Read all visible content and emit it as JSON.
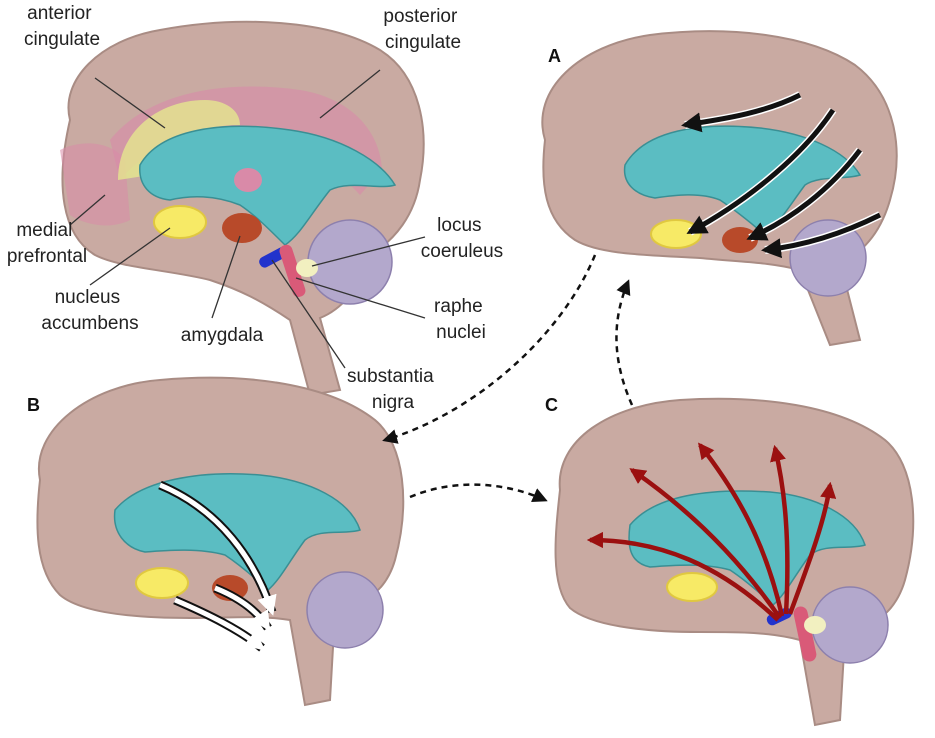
{
  "labels": {
    "anterior_cingulate": [
      "anterior",
      "cingulate"
    ],
    "posterior_cingulate": [
      "posterior",
      "cingulate"
    ],
    "medial_prefrontal": [
      "medial",
      "prefrontal"
    ],
    "nucleus_accumbens": [
      "nucleus",
      "accumbens"
    ],
    "amygdala": [
      "amygdala"
    ],
    "locus_coeruleus": [
      "locus",
      "coeruleus"
    ],
    "raphe_nuclei": [
      "raphe",
      "nuclei"
    ],
    "substantia_nigra": [
      "substantia",
      "nigra"
    ]
  },
  "panels": {
    "a": "A",
    "b": "B",
    "c": "C"
  },
  "colors": {
    "cortex": "#c9aaa2",
    "cortex_edge": "#a98c84",
    "ventricle": "#5bbdc2",
    "cerebellum": "#b3a8cc",
    "cingulate_pink": "#d98aa8",
    "cingulate_yellow": "#e6ec8c",
    "accumbens": "#f7ea66",
    "amygdala": "#b84a2a",
    "locus_coeruleus": "#f2f0c0",
    "raphe": "#d95a78",
    "substantia_nigra": "#2233cc",
    "arrow_red": "#9b1010"
  }
}
